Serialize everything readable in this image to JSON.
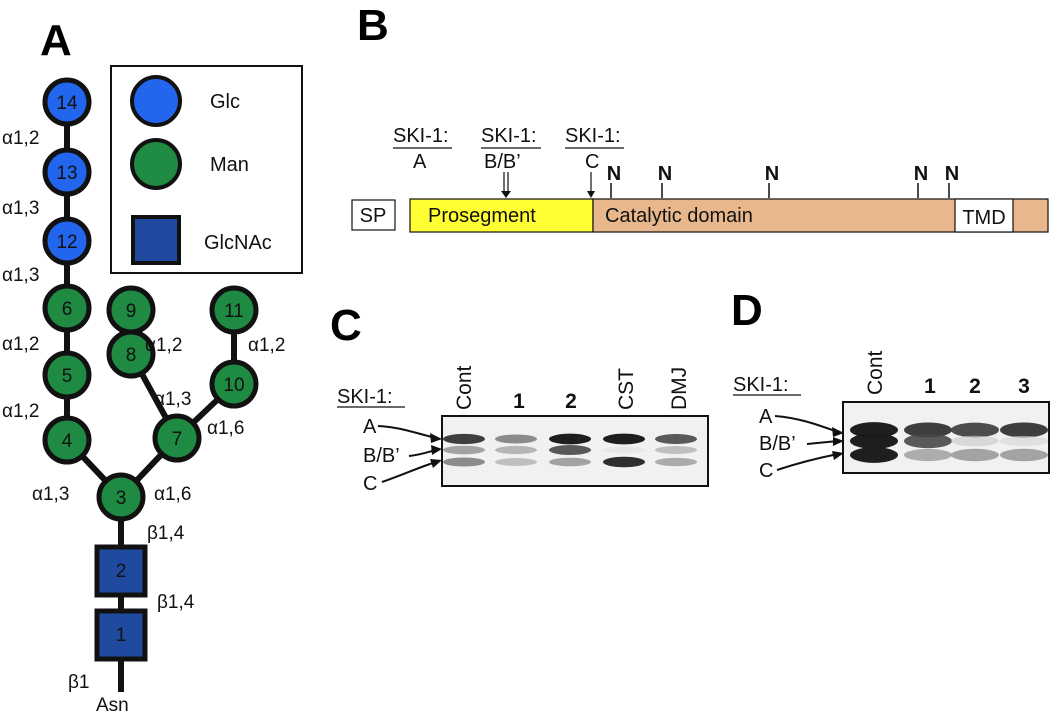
{
  "colors": {
    "glc": "#2266ee",
    "man": "#1f8a42",
    "glcnac": "#1f4aa0",
    "prosegment": "#ffff33",
    "catalytic": "#e8b88c",
    "stroke": "#111111"
  },
  "panels": {
    "a": "A",
    "b": "B",
    "c": "C",
    "d": "D"
  },
  "legend": {
    "glc": "Glc",
    "man": "Man",
    "glcnac": "GlcNAc"
  },
  "glycan": {
    "residue_numbers": [
      "1",
      "2",
      "3",
      "4",
      "5",
      "6",
      "7",
      "8",
      "9",
      "10",
      "11",
      "12",
      "13",
      "14"
    ],
    "linkages": {
      "a12_top": "α1,2",
      "a13_a": "α1,3",
      "a13_b": "α1,3",
      "a12_6_5": "α1,2",
      "a12_5_4": "α1,2",
      "a13_4_3": "α1,3",
      "a16_7_3": "α1,6",
      "a12_9_8": "α1,2",
      "a13_8_7": "α1,3",
      "a12_11_10": "α1,2",
      "a16_10_7": "α1,6",
      "b14_3_2": "β1,4",
      "b14_2_1": "β1,4",
      "b1": "β1",
      "asn": "Asn"
    }
  },
  "protein": {
    "sites": [
      {
        "top": "SKI-1:",
        "bottom": "A"
      },
      {
        "top": "SKI-1:",
        "bottom": "B/B’"
      },
      {
        "top": "SKI-1:",
        "bottom": "C"
      }
    ],
    "n_glyco_label": "N",
    "domains": {
      "sp": "SP",
      "prosegment": "Prosegment",
      "catalytic": "Catalytic domain",
      "tmd": "TMD"
    }
  },
  "blot_c": {
    "header": "SKI-1:",
    "lanes": [
      "Cont",
      "1",
      "2",
      "CST",
      "DMJ"
    ],
    "bands": [
      "A",
      "B/B’",
      "C"
    ],
    "intensity": [
      [
        0.85,
        0.55,
        0.95,
        0.95,
        0.75
      ],
      [
        0.45,
        0.35,
        0.75,
        0.05,
        0.3
      ],
      [
        0.55,
        0.3,
        0.45,
        0.9,
        0.4
      ]
    ]
  },
  "blot_d": {
    "header": "SKI-1:",
    "lanes": [
      "Cont",
      "1",
      "2",
      "3"
    ],
    "bands": [
      "A",
      "B/B’",
      "C"
    ],
    "intensity": [
      [
        0.95,
        0.85,
        0.8,
        0.85
      ],
      [
        0.95,
        0.75,
        0.15,
        0.1
      ],
      [
        0.95,
        0.4,
        0.45,
        0.45
      ]
    ]
  }
}
